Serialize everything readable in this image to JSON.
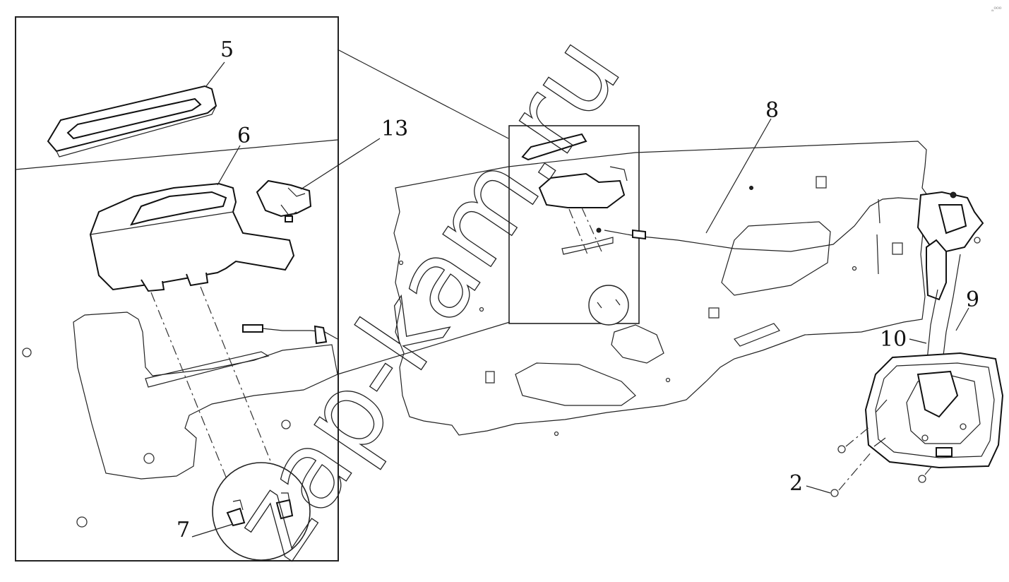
{
  "diagram": {
    "callouts": {
      "c5": "5",
      "c6": "6",
      "c13": "13",
      "c7": "7",
      "c8": "8",
      "c9": "9",
      "c10": "10",
      "c2": "2"
    },
    "watermark": "zap-kam.ru",
    "corner_mark": "ₐ⁰⁰⁰"
  }
}
